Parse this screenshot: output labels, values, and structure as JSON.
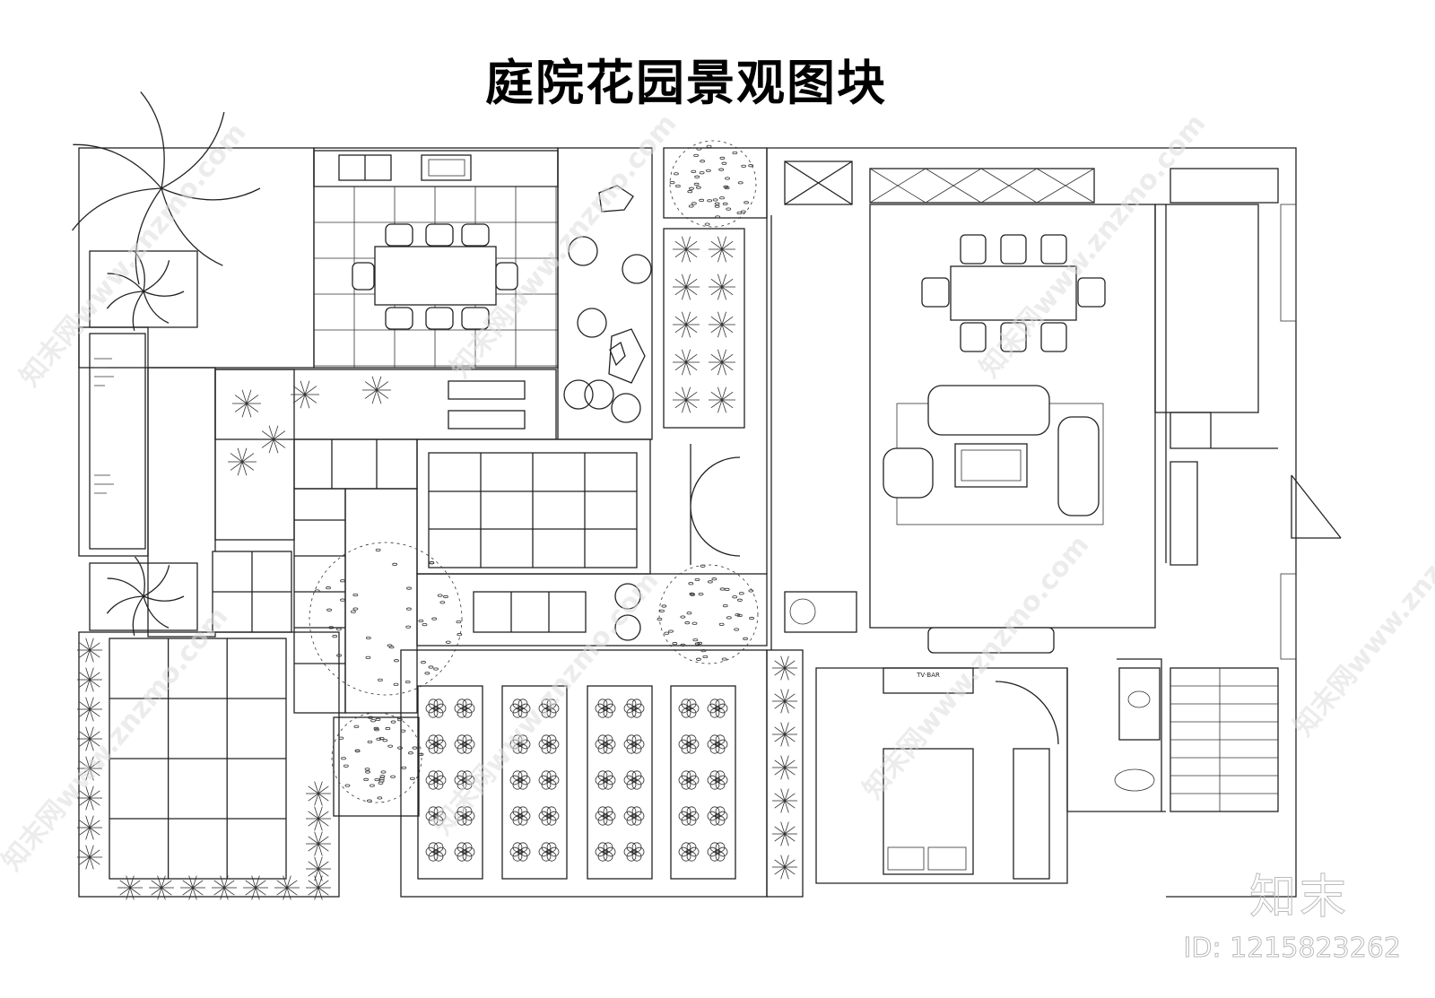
{
  "title": "庭院花园景观图块",
  "watermark": {
    "logo": "知末",
    "id": "ID: 1215823262",
    "site": "知末网www.znzmo.com"
  },
  "tv_label": "TV·BAR",
  "colors": {
    "line": "#222222",
    "background": "#ffffff",
    "watermark": "#bbbbbb"
  }
}
